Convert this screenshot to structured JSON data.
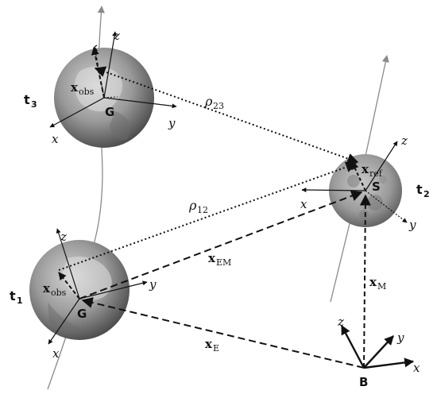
{
  "labels": {
    "time1": "t",
    "time1_sub": "1",
    "time2": "t",
    "time2_sub": "2",
    "time3": "t",
    "time3_sub": "3",
    "earth_center_1": "G",
    "earth_center_3": "G",
    "moon_center": "S",
    "barycenter": "B",
    "axis_x": "x",
    "axis_y": "y",
    "axis_z": "z",
    "rho12": "ρ",
    "rho12_sub": "12",
    "rho23": "ρ",
    "rho23_sub": "23",
    "x_vec": "x",
    "sub_obs": "obs",
    "sub_ref": "ref",
    "sub_EM": "EM",
    "sub_M": "M",
    "sub_E": "E"
  },
  "colors": {
    "ink": "#111111",
    "orbit": "#8a8a8a",
    "earth_dark": "#4a4a4a",
    "earth_light": "#c8c8c8",
    "moon_dark": "#555555",
    "moon_light": "#bdbdbd"
  }
}
